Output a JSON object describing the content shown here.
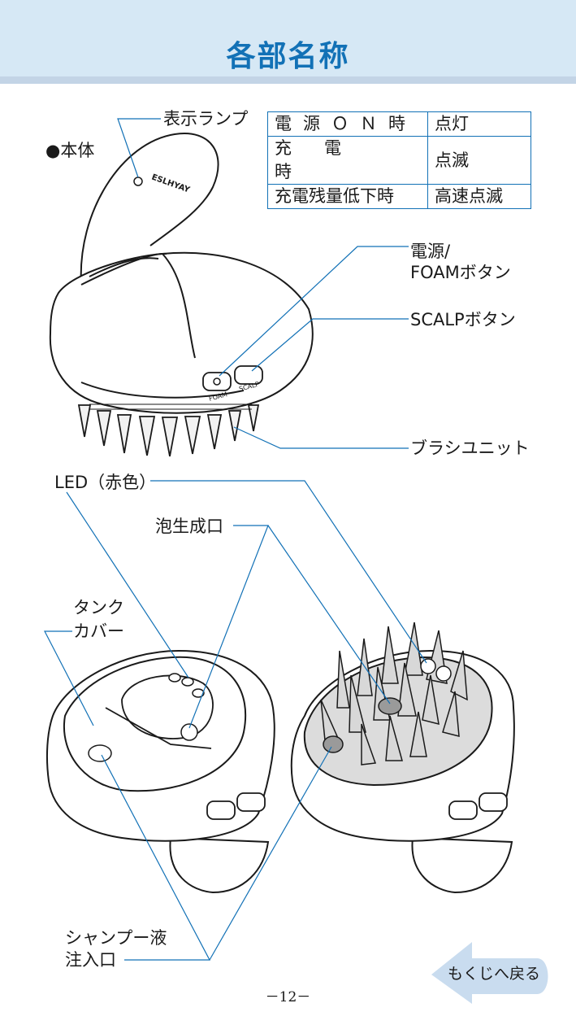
{
  "header": {
    "title": "各部名称"
  },
  "section": {
    "main_unit": "●本体"
  },
  "lamp_table": {
    "title": "表示ランプ",
    "rows": [
      {
        "state": "電源ＯＮ時",
        "behavior": "点灯"
      },
      {
        "state": "充電時",
        "behavior": "点滅"
      },
      {
        "state": "充電残量低下時",
        "behavior": "高速点滅"
      }
    ]
  },
  "labels": {
    "power_button_1": "電源/",
    "power_button_2": "FOAMボタン",
    "scalp_button": "SCALPボタン",
    "brush_unit": "ブラシユニット",
    "led": "LED（赤色）",
    "foam_outlet": "泡生成口",
    "tank_cover_1": "タンク",
    "tank_cover_2": "カバー",
    "shampoo_1": "シャンプー液",
    "shampoo_2": "注入口",
    "device_brand": "ESLHYAY",
    "foam_small": "FOAM",
    "scalp_small": "SCALP"
  },
  "footer": {
    "page_number": "－12－",
    "back_label": "もくじへ戻る"
  },
  "colors": {
    "accent": "#1271b6",
    "header_bg": "#d6e8f5",
    "button_bg": "#c9dcef"
  }
}
